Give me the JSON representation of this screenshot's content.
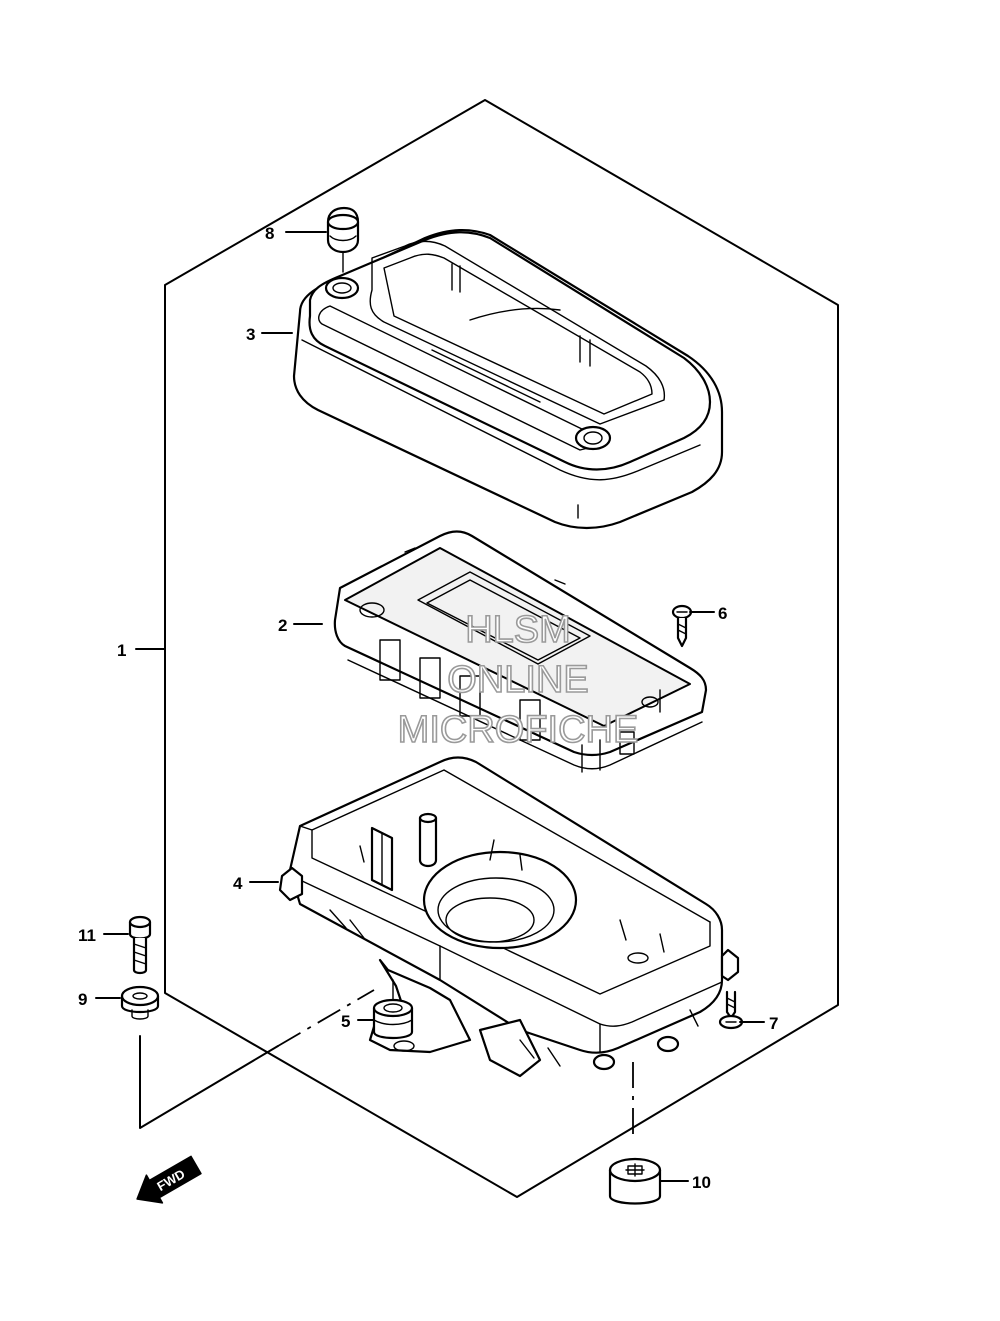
{
  "callouts": [
    {
      "id": "1",
      "text": "1"
    },
    {
      "id": "2",
      "text": "2"
    },
    {
      "id": "3",
      "text": "3"
    },
    {
      "id": "4",
      "text": "4"
    },
    {
      "id": "5",
      "text": "5"
    },
    {
      "id": "6",
      "text": "6"
    },
    {
      "id": "7",
      "text": "7"
    },
    {
      "id": "8",
      "text": "8"
    },
    {
      "id": "9",
      "text": "9"
    },
    {
      "id": "10",
      "text": "10"
    },
    {
      "id": "11",
      "text": "11"
    }
  ],
  "watermark": {
    "line1": "HLSM",
    "line2": "ONLINE",
    "line3": "MICROFICHE",
    "color": "#9a9a9a"
  },
  "direction": {
    "label": "FWD",
    "icon": "fwd-arrow-icon"
  }
}
